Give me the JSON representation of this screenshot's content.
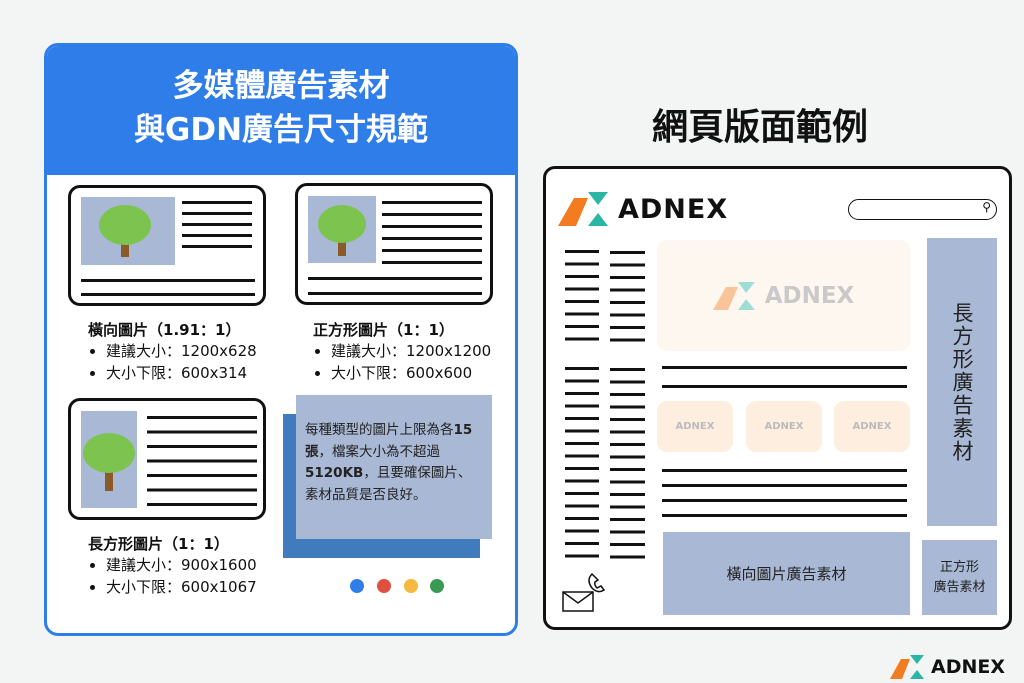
{
  "left_panel": {
    "title_line1": "多媒體廣告素材",
    "title_line2": "與GDN廣告尺寸規範",
    "formats": [
      {
        "label": "橫向圖片（1.91：1）",
        "recommended": "建議大小：1200x628",
        "minimum": "大小下限：600x314"
      },
      {
        "label": "正方形圖片（1：1）",
        "recommended": "建議大小：1200x1200",
        "minimum": "大小下限：600x600"
      },
      {
        "label": "長方形圖片（1：1）",
        "recommended": "建議大小：900x1600",
        "minimum": "大小下限：600x1067"
      }
    ],
    "note": {
      "part1": "每種類型的圖片上限為各",
      "bold1": "15張",
      "part2": "，檔案大小為不超過",
      "bold2": "5120KB",
      "part3": "，且要確保圖片、素材品質是否良好。"
    },
    "dot_colors": [
      "#2f7de8",
      "#e0503f",
      "#f5b841",
      "#3a9a55"
    ]
  },
  "right_panel": {
    "title": "網頁版面範例",
    "logo": "ADNEX",
    "vertical_ad": "長方形廣告素材",
    "horizontal_ad": "橫向圖片廣告素材",
    "square_ad_line1": "正方形",
    "square_ad_line2": "廣告素材"
  },
  "footer_logo": "ADNEX",
  "colors": {
    "accent": "#2f7de8",
    "orange": "#f47c20",
    "teal": "#2bb5a5",
    "ad_block": "#a9b8d4"
  }
}
